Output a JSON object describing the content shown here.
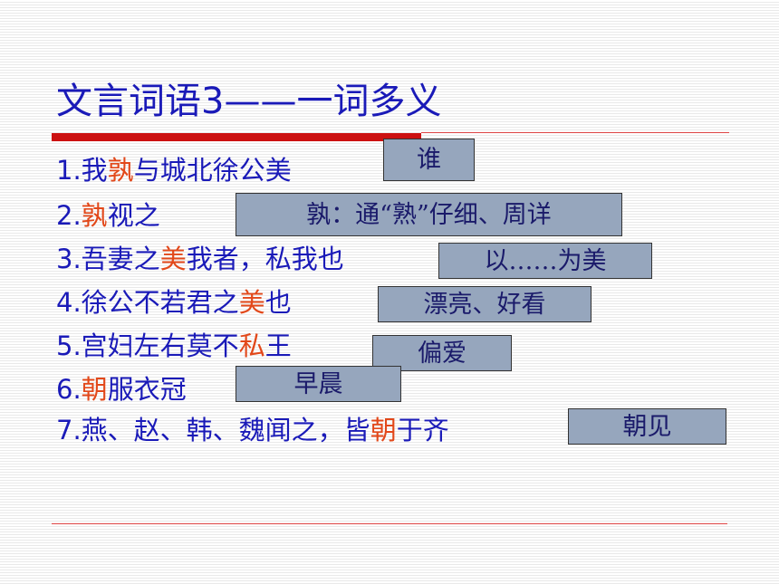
{
  "title": "文言词语3——一词多义",
  "lines": [
    {
      "num": "1.",
      "pre": "我",
      "hl": "孰",
      "post": "与城北徐公美",
      "answer": "谁"
    },
    {
      "num": "2.",
      "pre": "",
      "hl": "孰",
      "post": "视之",
      "answer": "孰：通“熟”仔细、周详"
    },
    {
      "num": "3.",
      "pre": "吾妻之",
      "hl": "美",
      "post": "我者，私我也",
      "answer": "以……为美"
    },
    {
      "num": "4.",
      "pre": "徐公不若君之",
      "hl": "美",
      "post": "也",
      "answer": "漂亮、好看"
    },
    {
      "num": "5.",
      "pre": "宫妇左右莫不",
      "hl": "私",
      "post": "王",
      "answer": "偏爱"
    },
    {
      "num": "6.",
      "pre": "",
      "hl": "朝",
      "post": "服衣冠",
      "answer": "早晨"
    },
    {
      "num": "7.",
      "pre": "燕、赵、韩、魏闻之，皆",
      "hl": "朝",
      "post": "于齐",
      "answer": "朝见"
    }
  ]
}
